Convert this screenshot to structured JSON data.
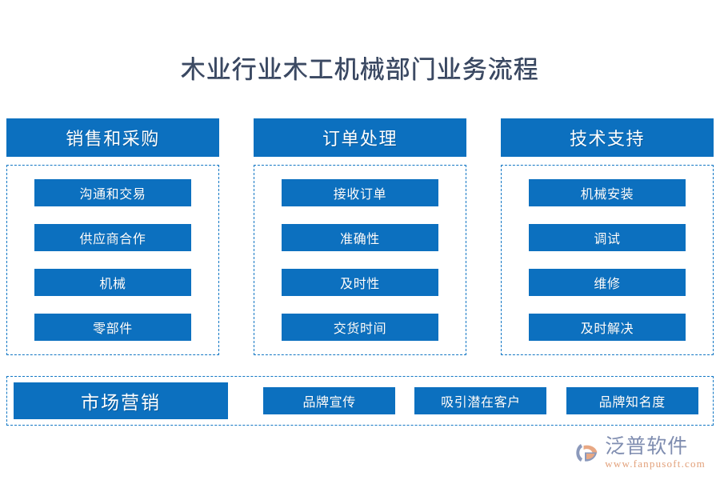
{
  "title": "木业行业木工机械部门业务流程",
  "colors": {
    "box_blue": "#0c70bf",
    "dashed_border": "#1277c4",
    "title_text": "#3c4a63",
    "logo_blue": "#7f8db0",
    "logo_orange": "#e2a07a",
    "background": "#ffffff"
  },
  "columns": [
    {
      "header": "销售和采购",
      "items": [
        "沟通和交易",
        "供应商合作",
        "机械",
        "零部件"
      ]
    },
    {
      "header": "订单处理",
      "items": [
        "接收订单",
        "准确性",
        "及时性",
        "交货时间"
      ]
    },
    {
      "header": "技术支持",
      "items": [
        "机械安装",
        "调试",
        "维修",
        "及时解决"
      ]
    }
  ],
  "bottom": {
    "header": "市场营销",
    "items": [
      "品牌宣传",
      "吸引潜在客户",
      "品牌知名度"
    ]
  },
  "logo": {
    "name": "泛普软件",
    "url": "www.fanpusoft.com",
    "mark": "fanpu-swirl-icon"
  }
}
